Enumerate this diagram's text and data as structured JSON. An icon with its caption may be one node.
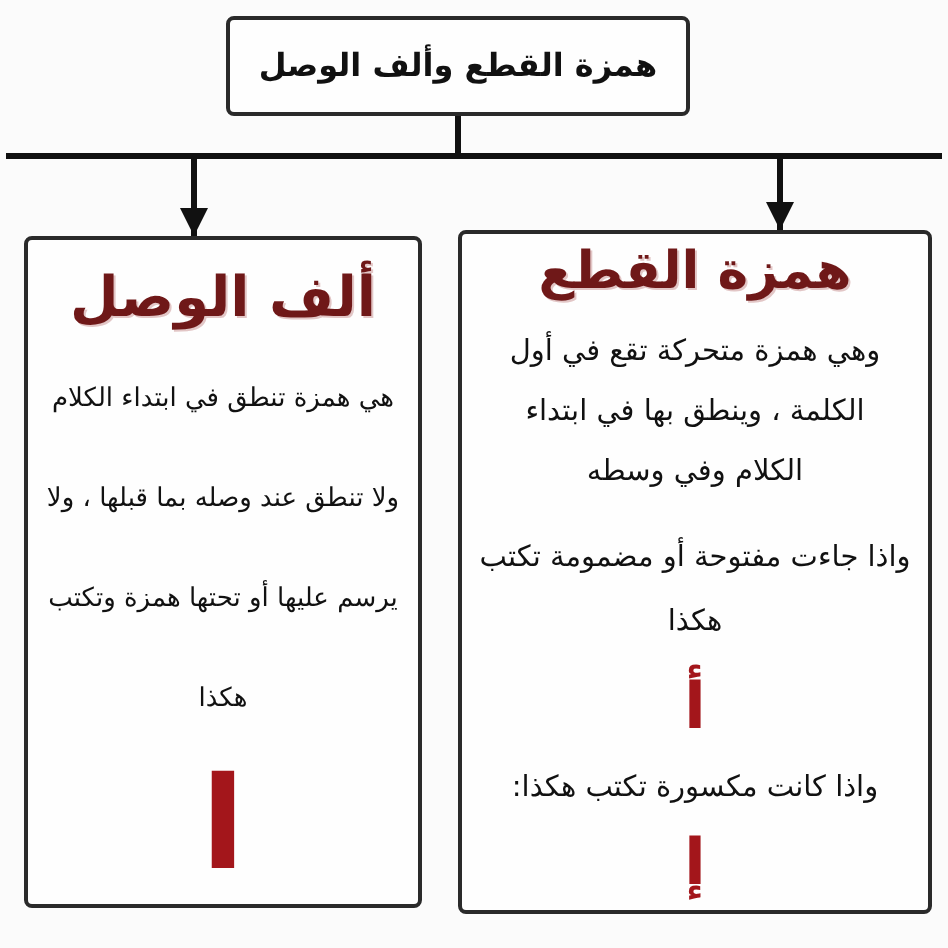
{
  "diagram": {
    "nodes": [
      {
        "text": [
          "همزة القطع وألف الوصل"
        ]
      },
      {
        "text": [
          "همزة القطع",
          "وهي همزة متحركة تقع في أول الكلمة ، وينطق بها في ابتداء الكلام وفي وسطه",
          "واذا جاءت مفتوحة أو مضمومة تكتب هكذا",
          "أ",
          "واذا كانت مكسورة تكتب هكذا:",
          "إ"
        ]
      },
      {
        "text": [
          "ألف الوصل",
          "هي همزة تنطق في ابتداء الكلام ولا تنطق عند وصله بما قبلها ، ولا يرسم عليها أو تحتها همزة وتكتب هكذا",
          "ا"
        ]
      }
    ],
    "edges": [
      {
        "from": 0,
        "to": 1,
        "arrow": "to"
      },
      {
        "from": 0,
        "to": 2,
        "arrow": "to"
      }
    ]
  }
}
